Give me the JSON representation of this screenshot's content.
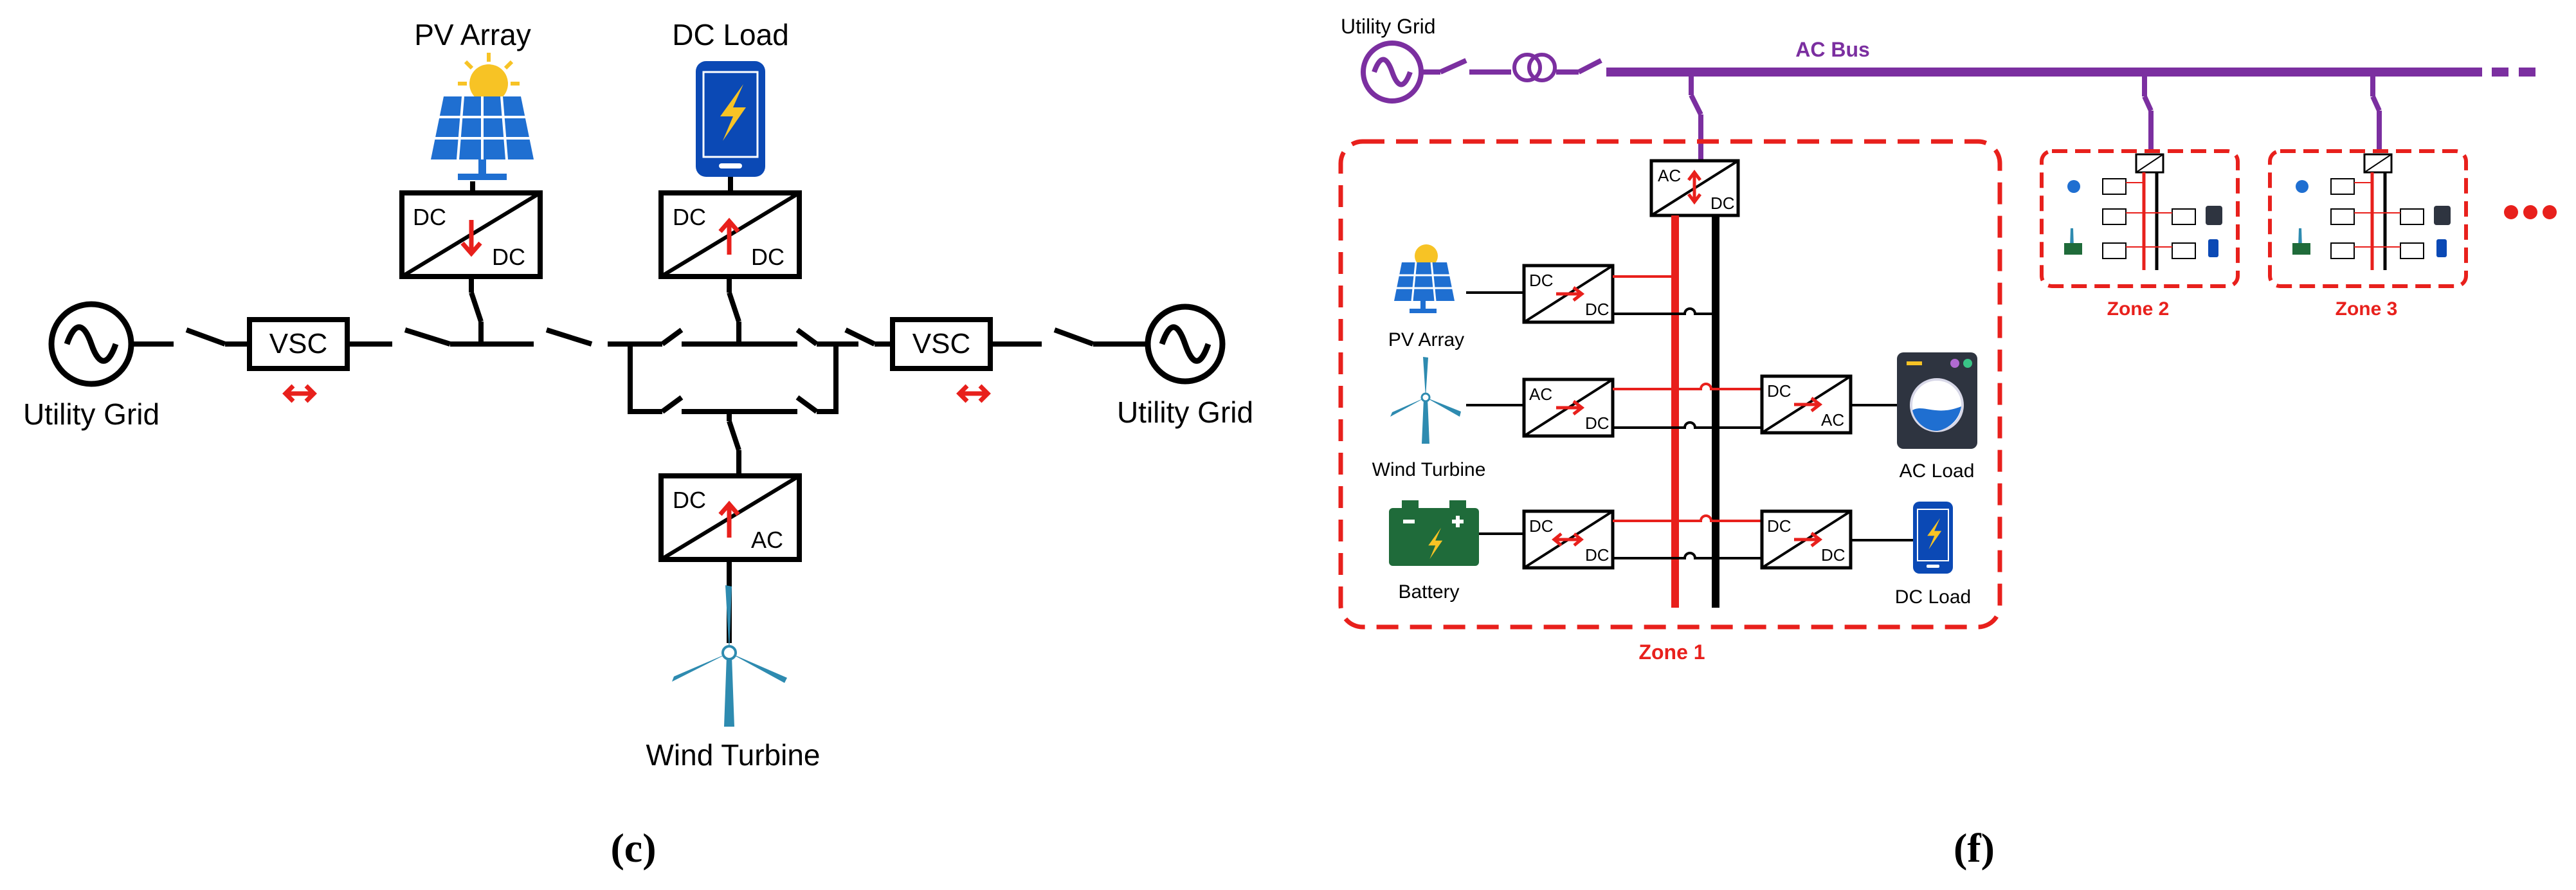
{
  "panel_c": {
    "panel_label": "(c)",
    "pv_array": "PV Array",
    "dc_load": "DC Load",
    "utility_grid_left": "Utility Grid",
    "utility_grid_right": "Utility Grid",
    "vsc_left": "VSC",
    "vsc_right": "VSC",
    "wind_turbine": "Wind Turbine",
    "conv_pv": {
      "top": "DC",
      "bottom": "DC"
    },
    "conv_load": {
      "top": "DC",
      "bottom": "DC"
    },
    "conv_wind": {
      "top": "DC",
      "bottom": "AC"
    }
  },
  "panel_f": {
    "panel_label": "(f)",
    "utility_grid": "Utility Grid",
    "ac_bus": "AC Bus",
    "zone1": "Zone 1",
    "zone2": "Zone 2",
    "zone3": "Zone 3",
    "pv_array": "PV Array",
    "wind_turbine": "Wind Turbine",
    "battery": "Battery",
    "ac_load": "AC Load",
    "dc_load": "DC Load",
    "conv_main": {
      "top": "AC",
      "bottom": "DC"
    },
    "conv_pv": {
      "top": "DC",
      "bottom": "DC"
    },
    "conv_wind": {
      "top": "AC",
      "bottom": "DC"
    },
    "conv_battery": {
      "top": "DC",
      "bottom": "DC"
    },
    "conv_acload": {
      "top": "DC",
      "bottom": "AC"
    },
    "conv_dcload": {
      "top": "DC",
      "bottom": "DC"
    }
  },
  "colors": {
    "line": "#000000",
    "arrow_red": "#e8201c",
    "ac_bus_purple": "#7b2fa0",
    "dc_bus_red": "#e8201c",
    "zone_dash": "#e8201c",
    "solar_blue": "#1f6fd1",
    "sun_yellow": "#f7c325",
    "phone_blue": "#0b49b5",
    "battery_green": "#1f6b3a",
    "turbine_teal": "#2e8bb0"
  },
  "icons": [
    "sine-source-icon",
    "solar-panel-icon",
    "smartphone-icon",
    "wind-turbine-icon",
    "battery-icon",
    "washing-machine-icon",
    "transformer-icon",
    "ellipsis-icon"
  ]
}
